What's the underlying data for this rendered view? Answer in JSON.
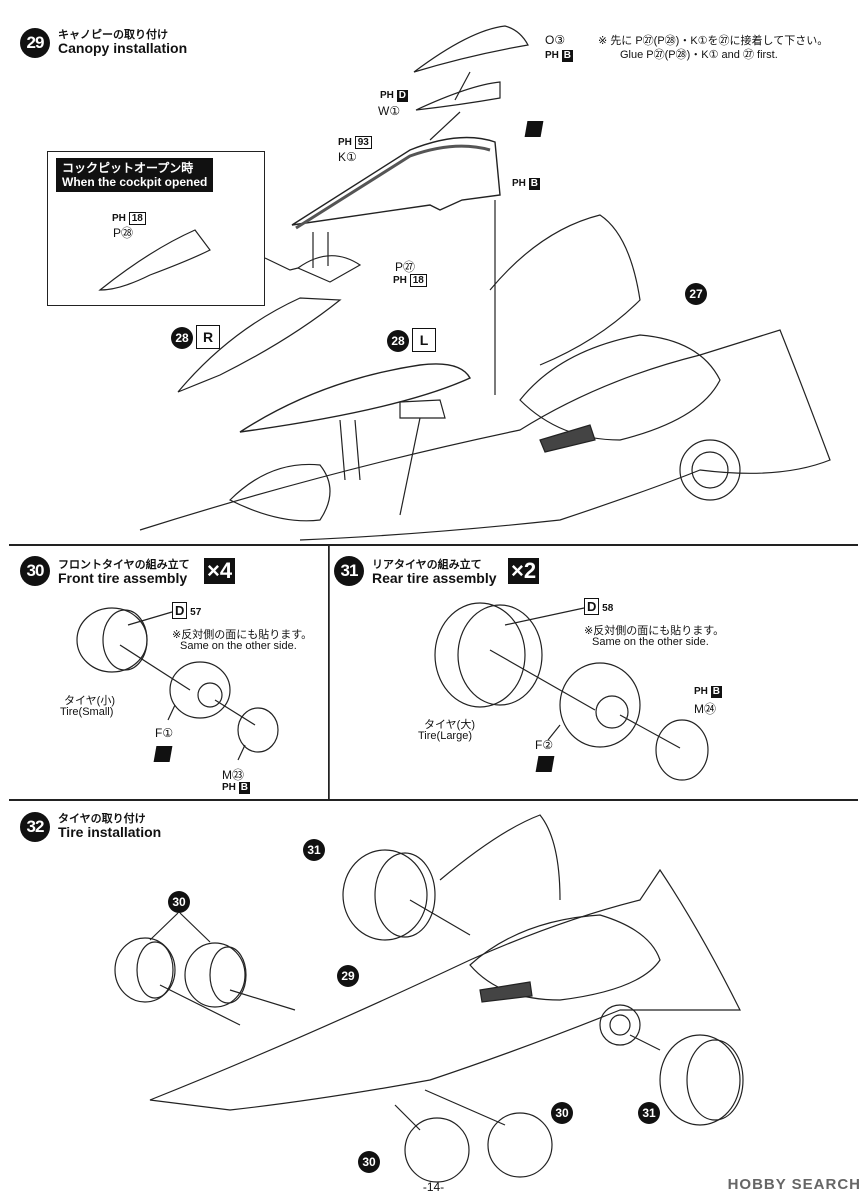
{
  "step29": {
    "number": "29",
    "title_jp": "キャノピーの取り付け",
    "title_en": "Canopy installation",
    "note_jp": "※ 先に P㉗(P㉘)・K①を㉗に接着して下さい。",
    "note_en": "Glue P㉗(P㉘)・K① and ㉗ first.",
    "inset_jp": "コックピットオープン時",
    "inset_en": "When the cockpit opened",
    "parts": {
      "o3": "O③",
      "o3_runner": "B",
      "w1_runner": "D",
      "w1": "W①",
      "k1_ph": "93",
      "k1": "K①",
      "k_runner": "B",
      "p28_ph": "18",
      "p28": "P㉘",
      "p27": "P㉗",
      "p27_ph": "18"
    },
    "ref27": "27",
    "ref28r": "28",
    "side_r": "R",
    "ref28l": "28",
    "side_l": "L"
  },
  "step30": {
    "number": "30",
    "title_jp": "フロントタイヤの組み立て",
    "title_en": "Front tire assembly",
    "multiplier": "×4",
    "decal_runner": "D",
    "decal_num": "57",
    "note_jp": "※反対側の面にも貼ります。",
    "note_en": "Same on the other side.",
    "tire_jp": "タイヤ(小)",
    "tire_en": "Tire(Small)",
    "wheel": "F①",
    "cap": "M㉓",
    "cap_runner": "B"
  },
  "step31": {
    "number": "31",
    "title_jp": "リアタイヤの組み立て",
    "title_en": "Rear tire assembly",
    "multiplier": "×2",
    "decal_runner": "D",
    "decal_num": "58",
    "note_jp": "※反対側の面にも貼ります。",
    "note_en": "Same on the other side.",
    "tire_jp": "タイヤ(大)",
    "tire_en": "Tire(Large)",
    "wheel": "F②",
    "cap_runner": "B",
    "cap": "M㉔"
  },
  "step32": {
    "number": "32",
    "title_jp": "タイヤの取り付け",
    "title_en": "Tire installation",
    "ref31a": "31",
    "ref30a": "30",
    "ref29": "29",
    "ref30b": "30",
    "ref30c": "30",
    "ref31b": "31"
  },
  "ph_prefix": "PH",
  "page_number": "-14-",
  "watermark": "HOBBY SEARCH"
}
